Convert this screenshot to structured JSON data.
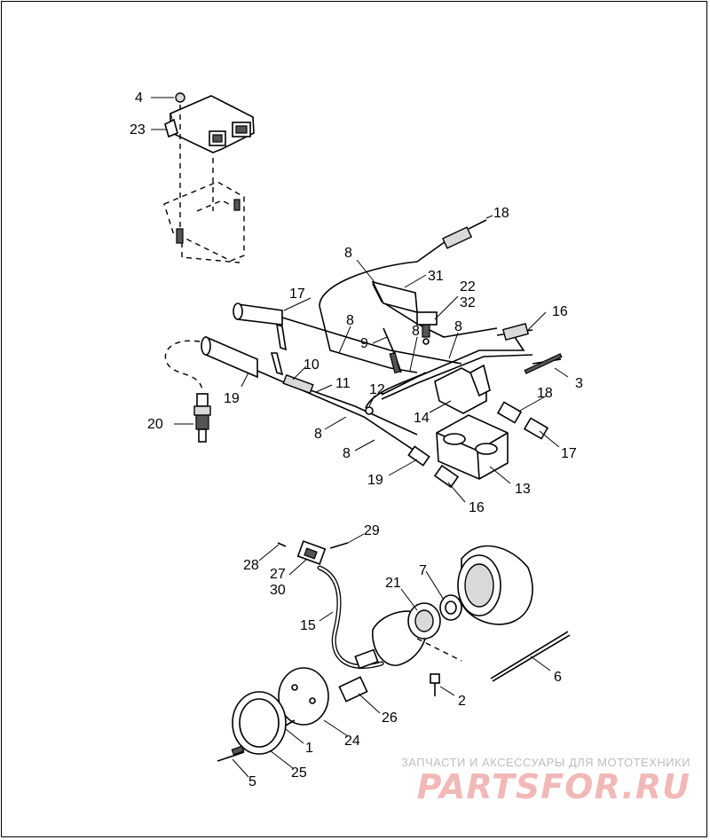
{
  "callouts": [
    {
      "id": "c4",
      "text": "4"
    },
    {
      "id": "c23",
      "text": "23"
    },
    {
      "id": "c18a",
      "text": "18"
    },
    {
      "id": "c8a",
      "text": "8"
    },
    {
      "id": "c31",
      "text": "31"
    },
    {
      "id": "c22",
      "text": "22"
    },
    {
      "id": "c32",
      "text": "32"
    },
    {
      "id": "c17a",
      "text": "17"
    },
    {
      "id": "c8b",
      "text": "8"
    },
    {
      "id": "c16a",
      "text": "16"
    },
    {
      "id": "c9",
      "text": "9"
    },
    {
      "id": "c8c",
      "text": "8"
    },
    {
      "id": "c8d",
      "text": "8"
    },
    {
      "id": "c10",
      "text": "10"
    },
    {
      "id": "c3",
      "text": "3"
    },
    {
      "id": "c11",
      "text": "11"
    },
    {
      "id": "c12",
      "text": "12"
    },
    {
      "id": "c19a",
      "text": "19"
    },
    {
      "id": "c18b",
      "text": "18"
    },
    {
      "id": "c14",
      "text": "14"
    },
    {
      "id": "c20",
      "text": "20"
    },
    {
      "id": "c8e",
      "text": "8"
    },
    {
      "id": "c8f",
      "text": "8"
    },
    {
      "id": "c17b",
      "text": "17"
    },
    {
      "id": "c19b",
      "text": "19"
    },
    {
      "id": "c13",
      "text": "13"
    },
    {
      "id": "c16b",
      "text": "16"
    },
    {
      "id": "c29",
      "text": "29"
    },
    {
      "id": "c28",
      "text": "28"
    },
    {
      "id": "c27",
      "text": "27"
    },
    {
      "id": "c30",
      "text": "30"
    },
    {
      "id": "c7",
      "text": "7"
    },
    {
      "id": "c21",
      "text": "21"
    },
    {
      "id": "c15",
      "text": "15"
    },
    {
      "id": "c6",
      "text": "6"
    },
    {
      "id": "c2",
      "text": "2"
    },
    {
      "id": "c26",
      "text": "26"
    },
    {
      "id": "c1",
      "text": "1"
    },
    {
      "id": "c24",
      "text": "24"
    },
    {
      "id": "c5",
      "text": "5"
    },
    {
      "id": "c25",
      "text": "25"
    }
  ],
  "watermark": {
    "tagline": "ЗАПЧАСТИ И АКСЕССУАРЫ ДЛЯ МОТОТЕХНИКИ",
    "logo": "PARTSFOR.RU",
    "color": "#f2b8b8"
  }
}
